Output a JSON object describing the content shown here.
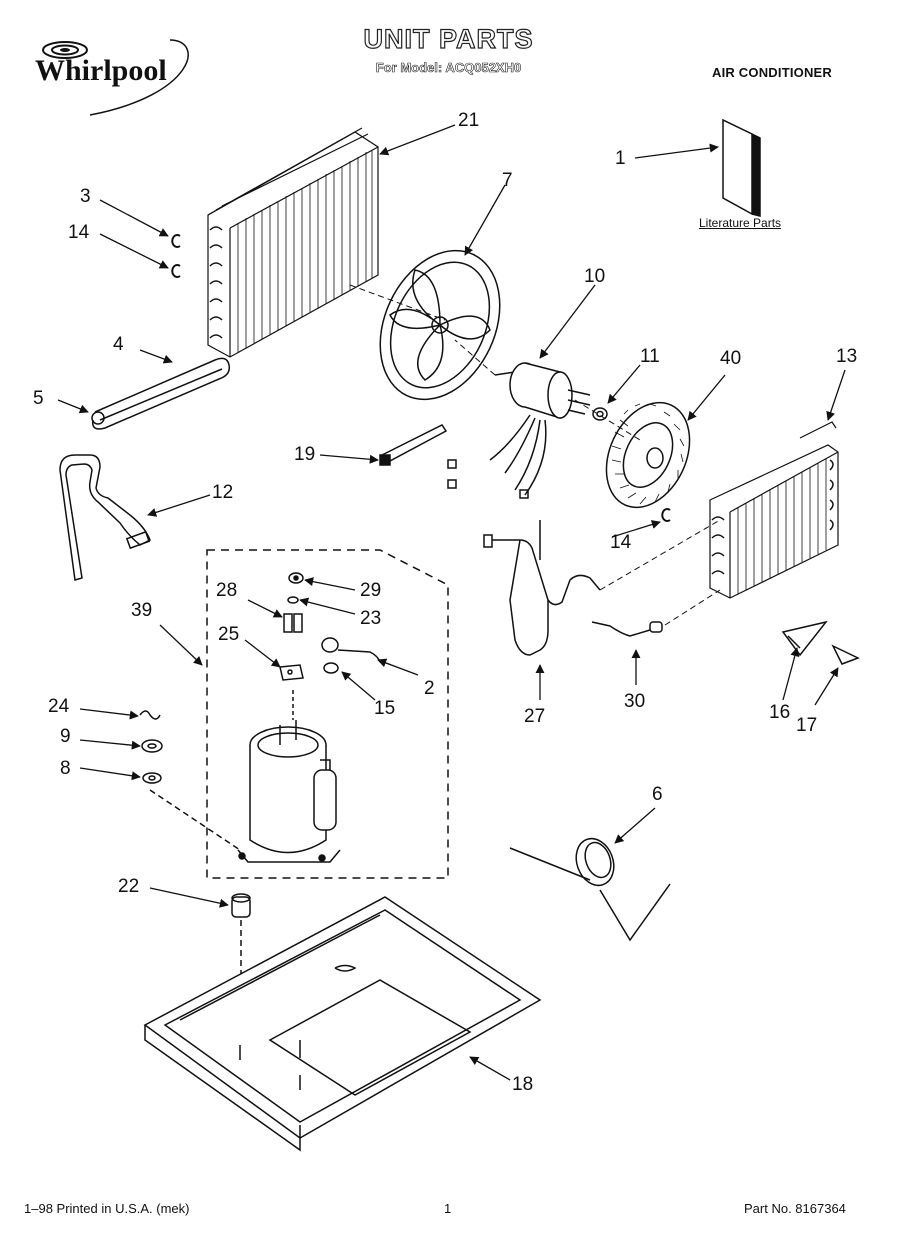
{
  "header": {
    "brand": "Whirlpool",
    "title": "UNIT PARTS",
    "model_line": "For Model: ACQ052XH0",
    "product": "AIR CONDITIONER"
  },
  "literature_label": "Literature Parts",
  "callouts": [
    {
      "id": "c21",
      "text": "21"
    },
    {
      "id": "c1",
      "text": "1"
    },
    {
      "id": "c3",
      "text": "3"
    },
    {
      "id": "c14a",
      "text": "14"
    },
    {
      "id": "c7",
      "text": "7"
    },
    {
      "id": "c10",
      "text": "10"
    },
    {
      "id": "c4",
      "text": "4"
    },
    {
      "id": "c5",
      "text": "5"
    },
    {
      "id": "c11",
      "text": "11"
    },
    {
      "id": "c40",
      "text": "40"
    },
    {
      "id": "c13",
      "text": "13"
    },
    {
      "id": "c19",
      "text": "19"
    },
    {
      "id": "c12",
      "text": "12"
    },
    {
      "id": "c14b",
      "text": "14"
    },
    {
      "id": "c29",
      "text": "29"
    },
    {
      "id": "c28",
      "text": "28"
    },
    {
      "id": "c23",
      "text": "23"
    },
    {
      "id": "c39",
      "text": "39"
    },
    {
      "id": "c25",
      "text": "25"
    },
    {
      "id": "c2",
      "text": "2"
    },
    {
      "id": "c15",
      "text": "15"
    },
    {
      "id": "c27",
      "text": "27"
    },
    {
      "id": "c30",
      "text": "30"
    },
    {
      "id": "c16",
      "text": "16"
    },
    {
      "id": "c17",
      "text": "17"
    },
    {
      "id": "c24",
      "text": "24"
    },
    {
      "id": "c9",
      "text": "9"
    },
    {
      "id": "c8",
      "text": "8"
    },
    {
      "id": "c6",
      "text": "6"
    },
    {
      "id": "c22",
      "text": "22"
    },
    {
      "id": "c18",
      "text": "18"
    }
  ],
  "footer": {
    "left": "1–98 Printed in U.S.A. (mek)",
    "page": "1",
    "part_no": "Part No. 8167364"
  }
}
